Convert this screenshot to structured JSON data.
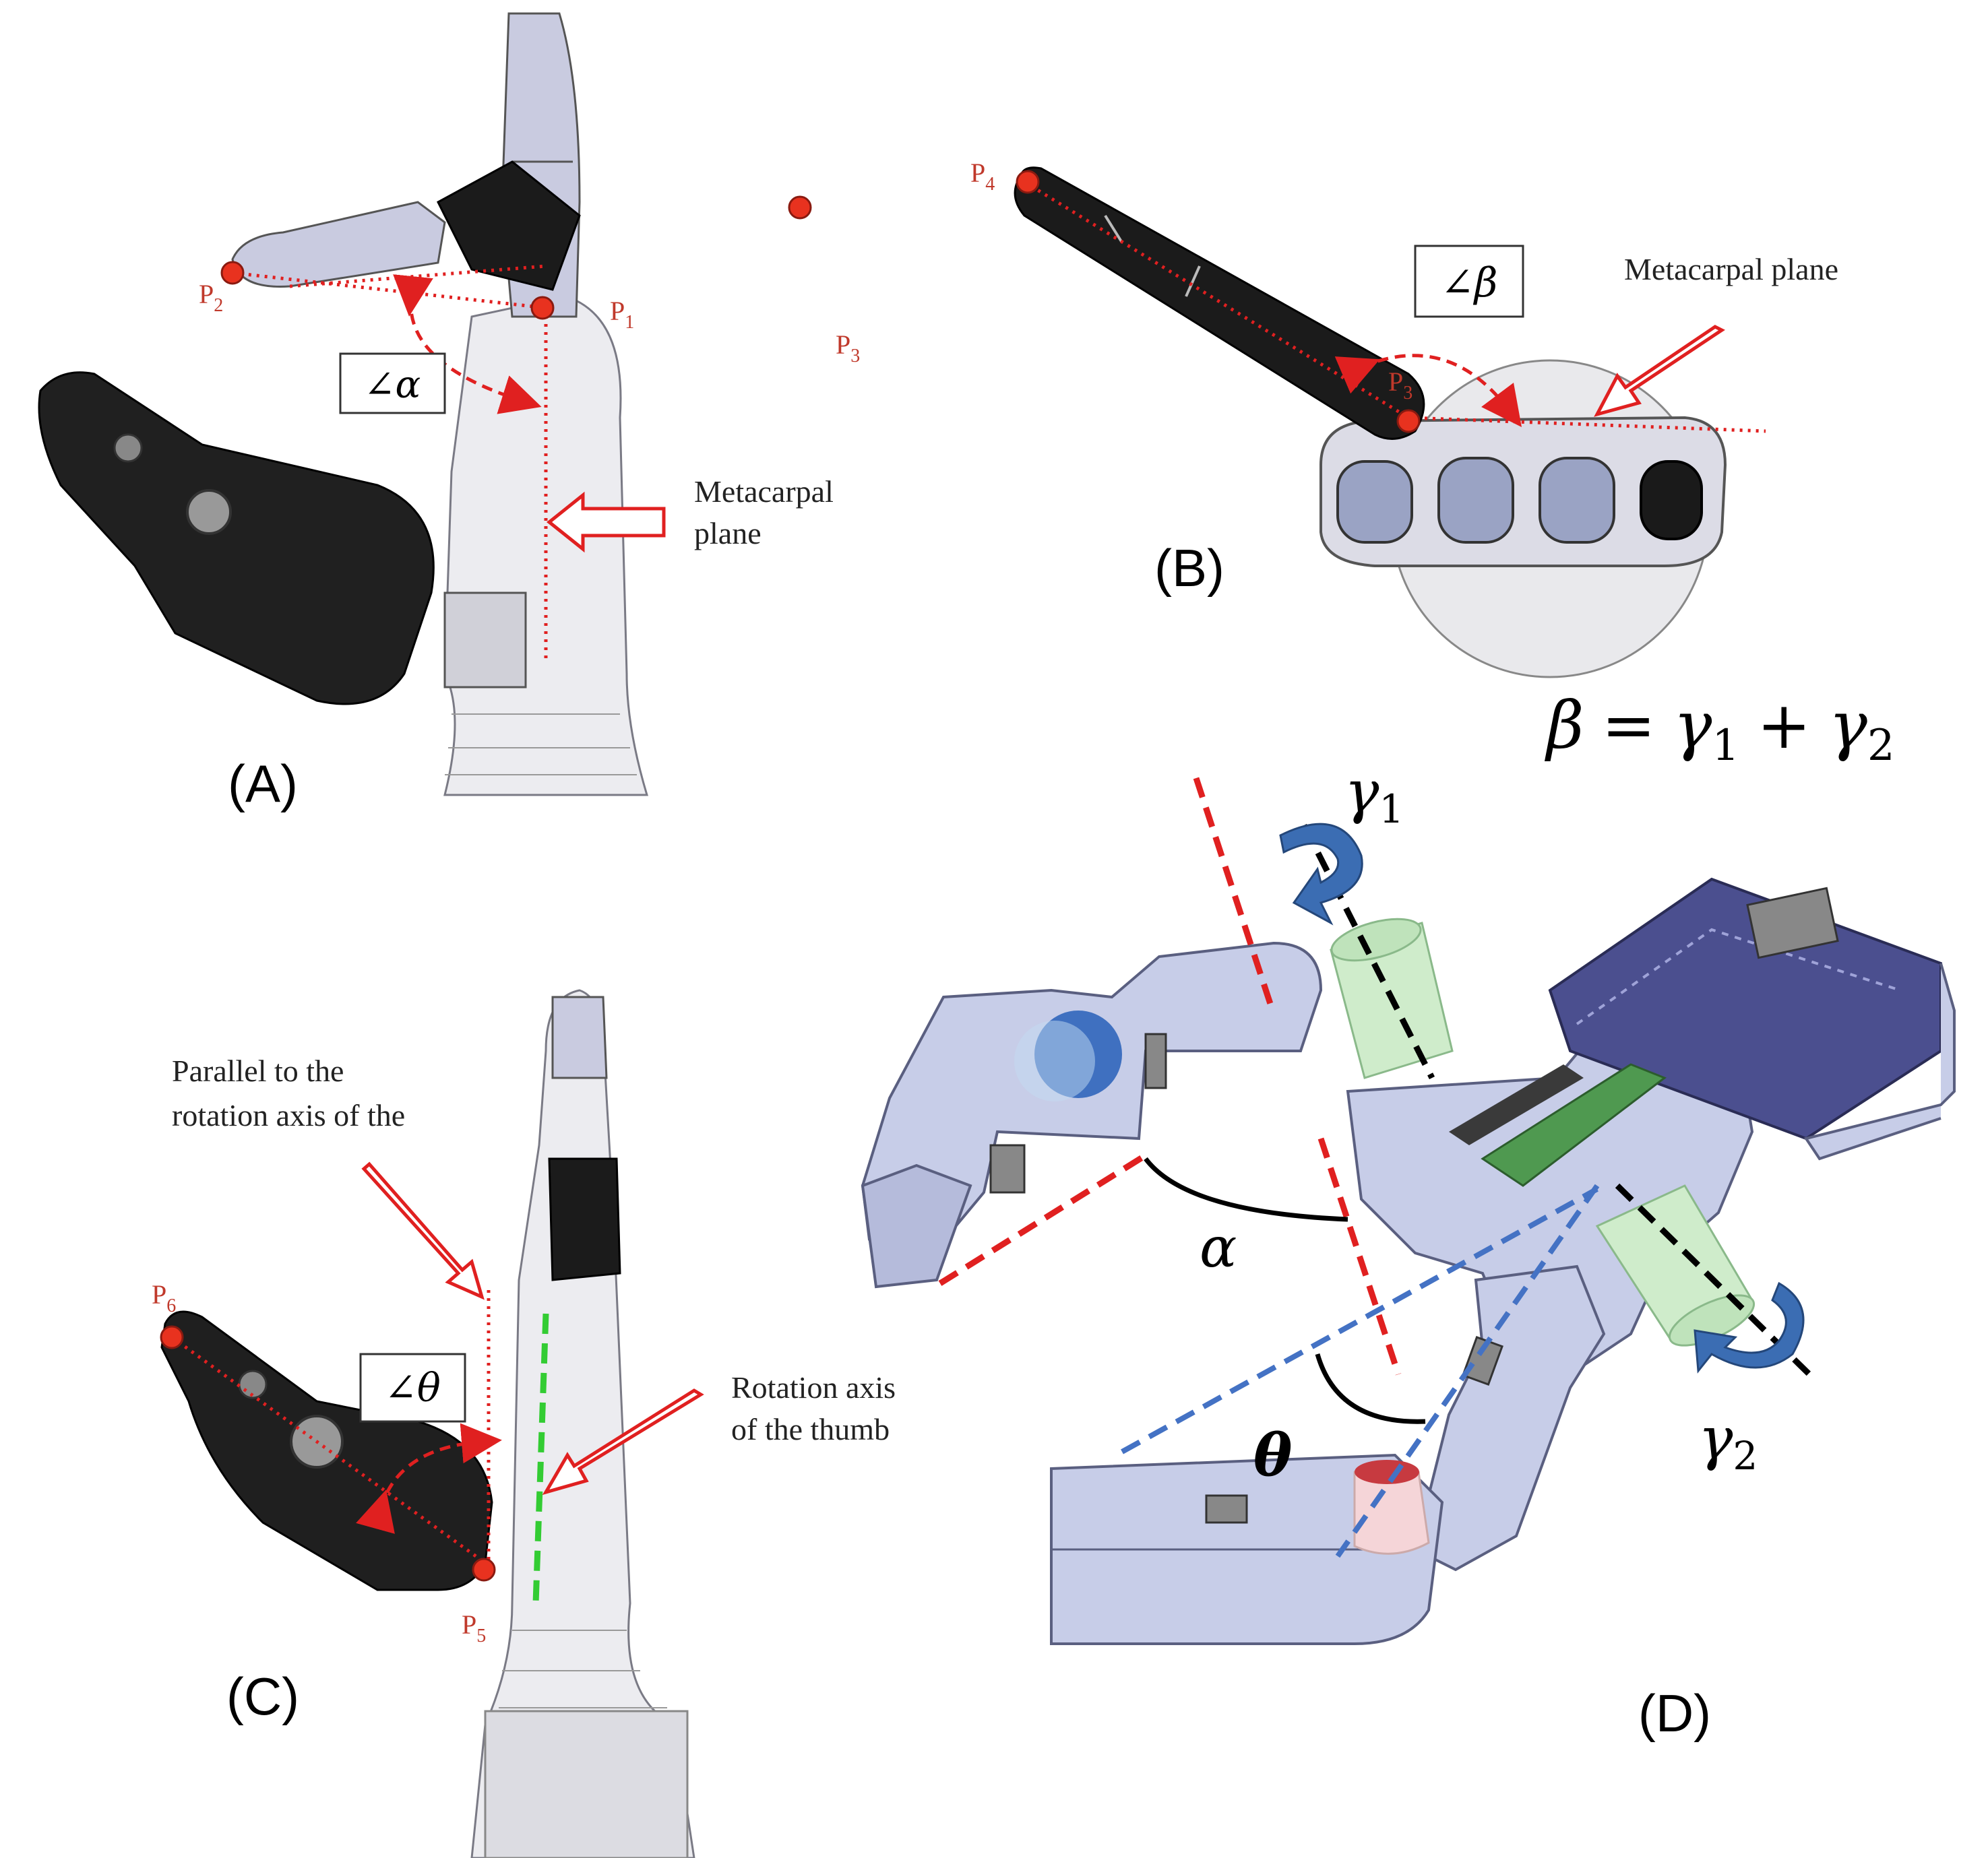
{
  "panels": {
    "a": {
      "label": "(A)",
      "points": [
        "P",
        "P",
        "P"
      ],
      "point_subs": [
        "2",
        "1",
        "3"
      ],
      "angle_box": "∠α",
      "annotation_lines": [
        "Metacarpal",
        "plane"
      ]
    },
    "b": {
      "label": "(B)",
      "points": [
        "P",
        "P"
      ],
      "point_subs": [
        "4",
        "3"
      ],
      "angle_box": "∠β",
      "annotation": "Metacarpal plane"
    },
    "c": {
      "label": "(C)",
      "points": [
        "P",
        "P"
      ],
      "point_subs": [
        "6",
        "5"
      ],
      "angle_box": "∠θ",
      "parallel_lines": [
        "Parallel to the",
        "rotation axis of the"
      ],
      "rotation_lines": [
        "Rotation  axis",
        "of the thumb"
      ]
    },
    "d": {
      "label": "(D)",
      "equation": {
        "lhs": "β",
        "eq": "=",
        "g": "γ",
        "sub1": "1",
        "plus": "+",
        "sub2": "2"
      },
      "gamma1": {
        "sym": "γ",
        "sub": "1"
      },
      "gamma2": {
        "sym": "γ",
        "sub": "2"
      },
      "alpha": "α",
      "theta": "θ"
    }
  },
  "colors": {
    "marker_red": "#e8321f",
    "dotted_red": "#e02020",
    "dashed_blue": "#4472c4",
    "green_dash": "#33cc33",
    "arrow_blue": "#3b6db3",
    "part_fill": "#c7cde8",
    "pcb_fill": "#4b4f8f",
    "cyl_green": "#cfeccb"
  }
}
